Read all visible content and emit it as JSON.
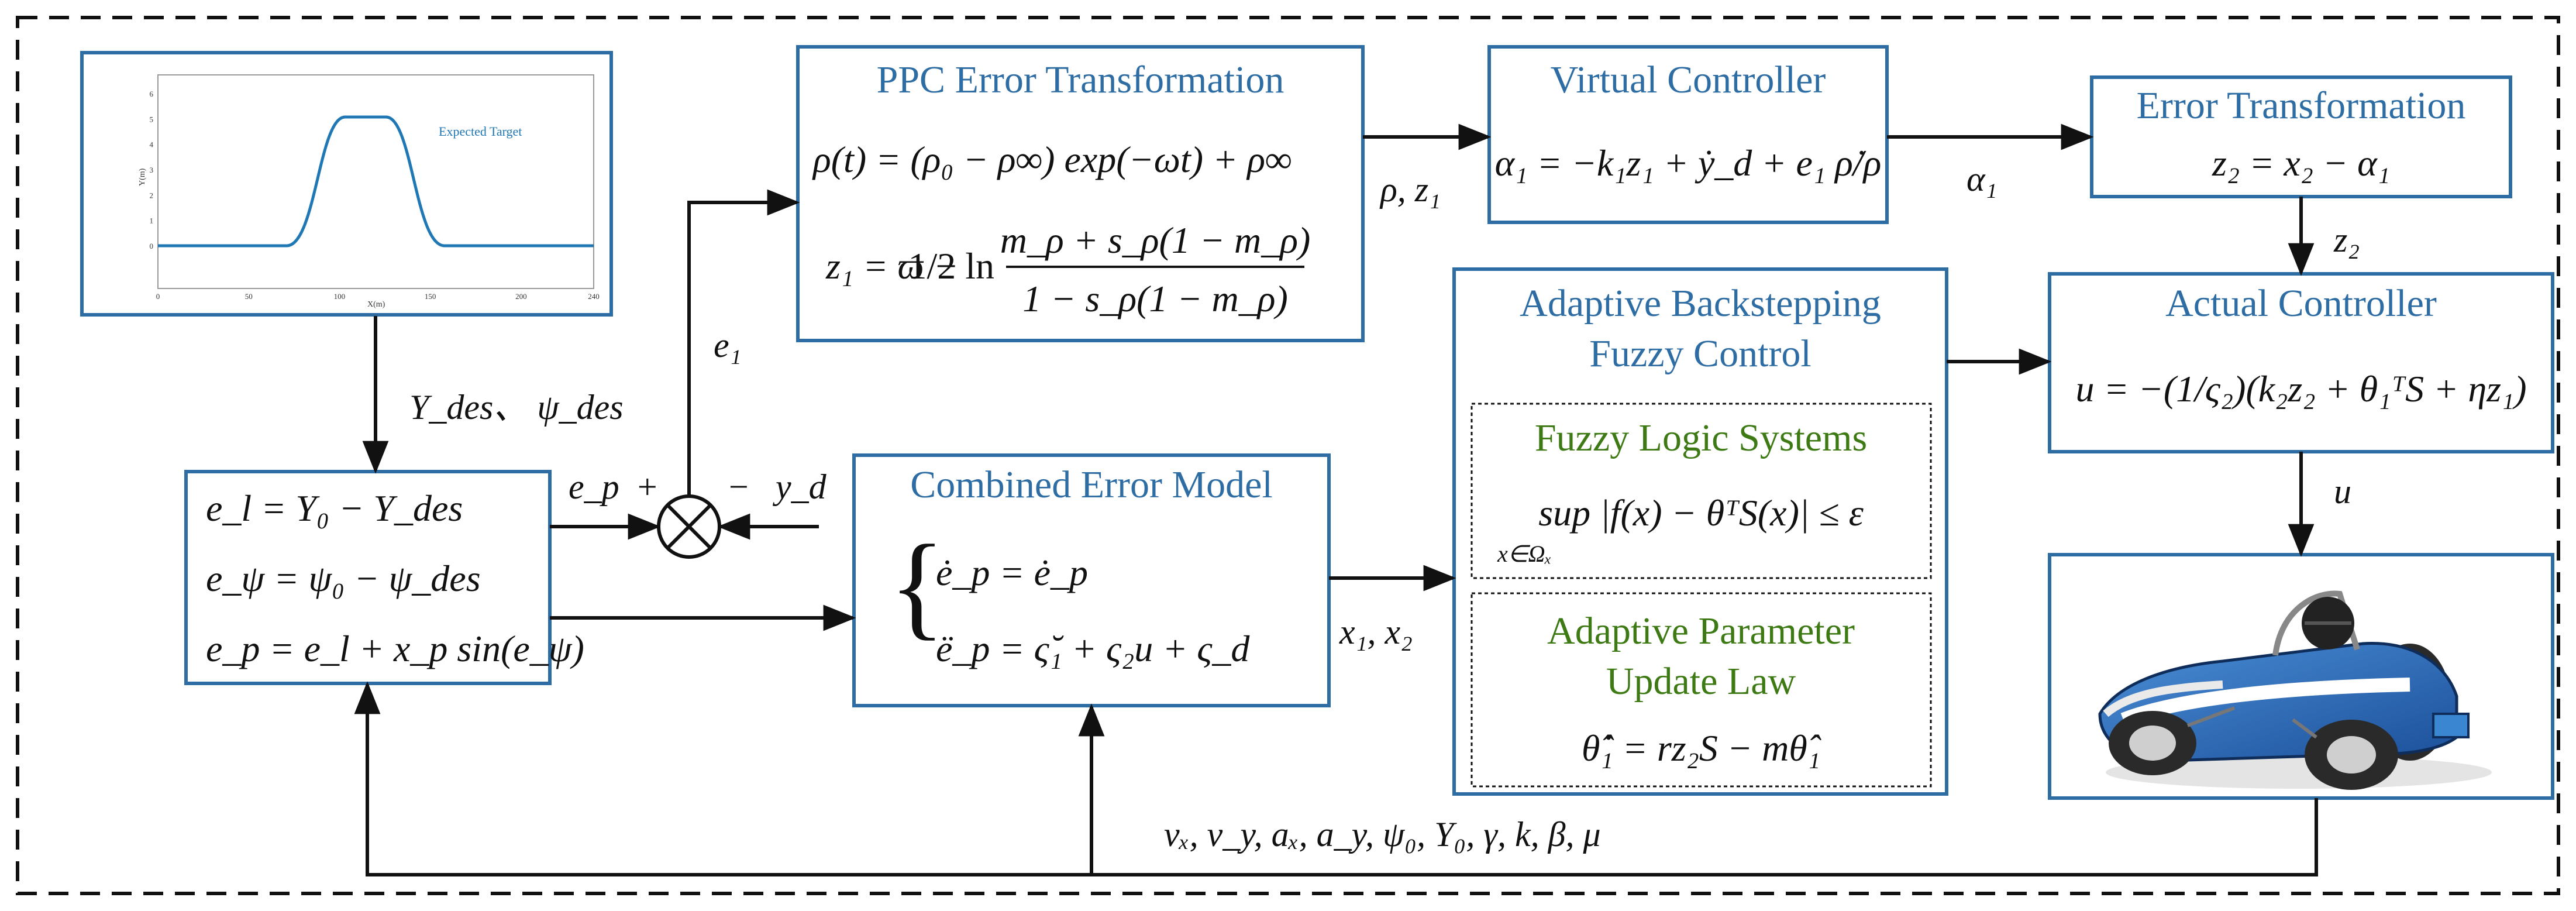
{
  "colors": {
    "box_border": "#2e6da4",
    "title_blue": "#2e6da4",
    "title_green": "#3d7a14",
    "line": "#111111"
  },
  "target_plot": {
    "legend": "Expected Target",
    "ylabel": "Y(m)",
    "xlabel": "X(m)",
    "yticks": [
      "0",
      "1",
      "2",
      "3",
      "4",
      "5",
      "6"
    ],
    "xticks": [
      "0",
      "50",
      "100",
      "150",
      "200",
      "240"
    ]
  },
  "ppc": {
    "title": "PPC Error Transformation",
    "eq1": "ρ(t) = (ρ₀ − ρ∞) exp(−ωt) + ρ∞",
    "eq2_lhs": "z₁ = ϖ − ",
    "eq2_half": "1/2 ln",
    "eq2_num": "m_ρ + s_ρ(1 − m_ρ)",
    "eq2_den": "1 − s_ρ(1 − m_ρ)"
  },
  "virtual": {
    "title": "Virtual Controller",
    "eq": "α₁ = −k₁z₁ + ẏ_d + e₁ ρ̇/ρ"
  },
  "error_tf": {
    "title": "Error Transformation",
    "eq": "z₂ = x₂ − α₁"
  },
  "actual": {
    "title": "Actual Controller",
    "eq": "u = −(1/ς₂)(k₂z₂ + θ₁ᵀS + ηz₁)"
  },
  "abfc": {
    "title1": "Adaptive Backstepping",
    "title2": "Fuzzy Control",
    "fls_title": "Fuzzy Logic Systems",
    "fls_eq": "sup |f(x) − θᵀS(x)| ≤ ε",
    "fls_sub": "x∈Ωₓ",
    "apu_title1": "Adaptive Parameter",
    "apu_title2": "Update Law",
    "apu_eq": "θ̂̇₁ = rz₂S − mθ̂₁"
  },
  "lateral": {
    "eq1": "e_l = Y₀ − Y_des",
    "eq2": "e_ψ = ψ₀ − ψ_des",
    "eq3": "e_p = e_l + x_p sin(e_ψ)"
  },
  "cem": {
    "title": "Combined Error Model",
    "eq1": "ė_p = ė_p",
    "eq2": "ë_p = ς̆₁ + ς₂u + ς_d"
  },
  "signals": {
    "ydes_psides": "Y_des、 ψ_des",
    "e1": "e₁",
    "ep": "e_p",
    "plus": "+",
    "minus": "−",
    "yd": "y_d",
    "rho_z1": "ρ, z₁",
    "alpha1": "α₁",
    "z2": "z₂",
    "u": "u",
    "x1x2": "x₁, x₂",
    "feedback": "vₓ, v_y, aₓ, a_y, ψ₀, Y₀, γ, k, β, μ"
  },
  "vehicle": {
    "icon": "race-car-icon"
  }
}
